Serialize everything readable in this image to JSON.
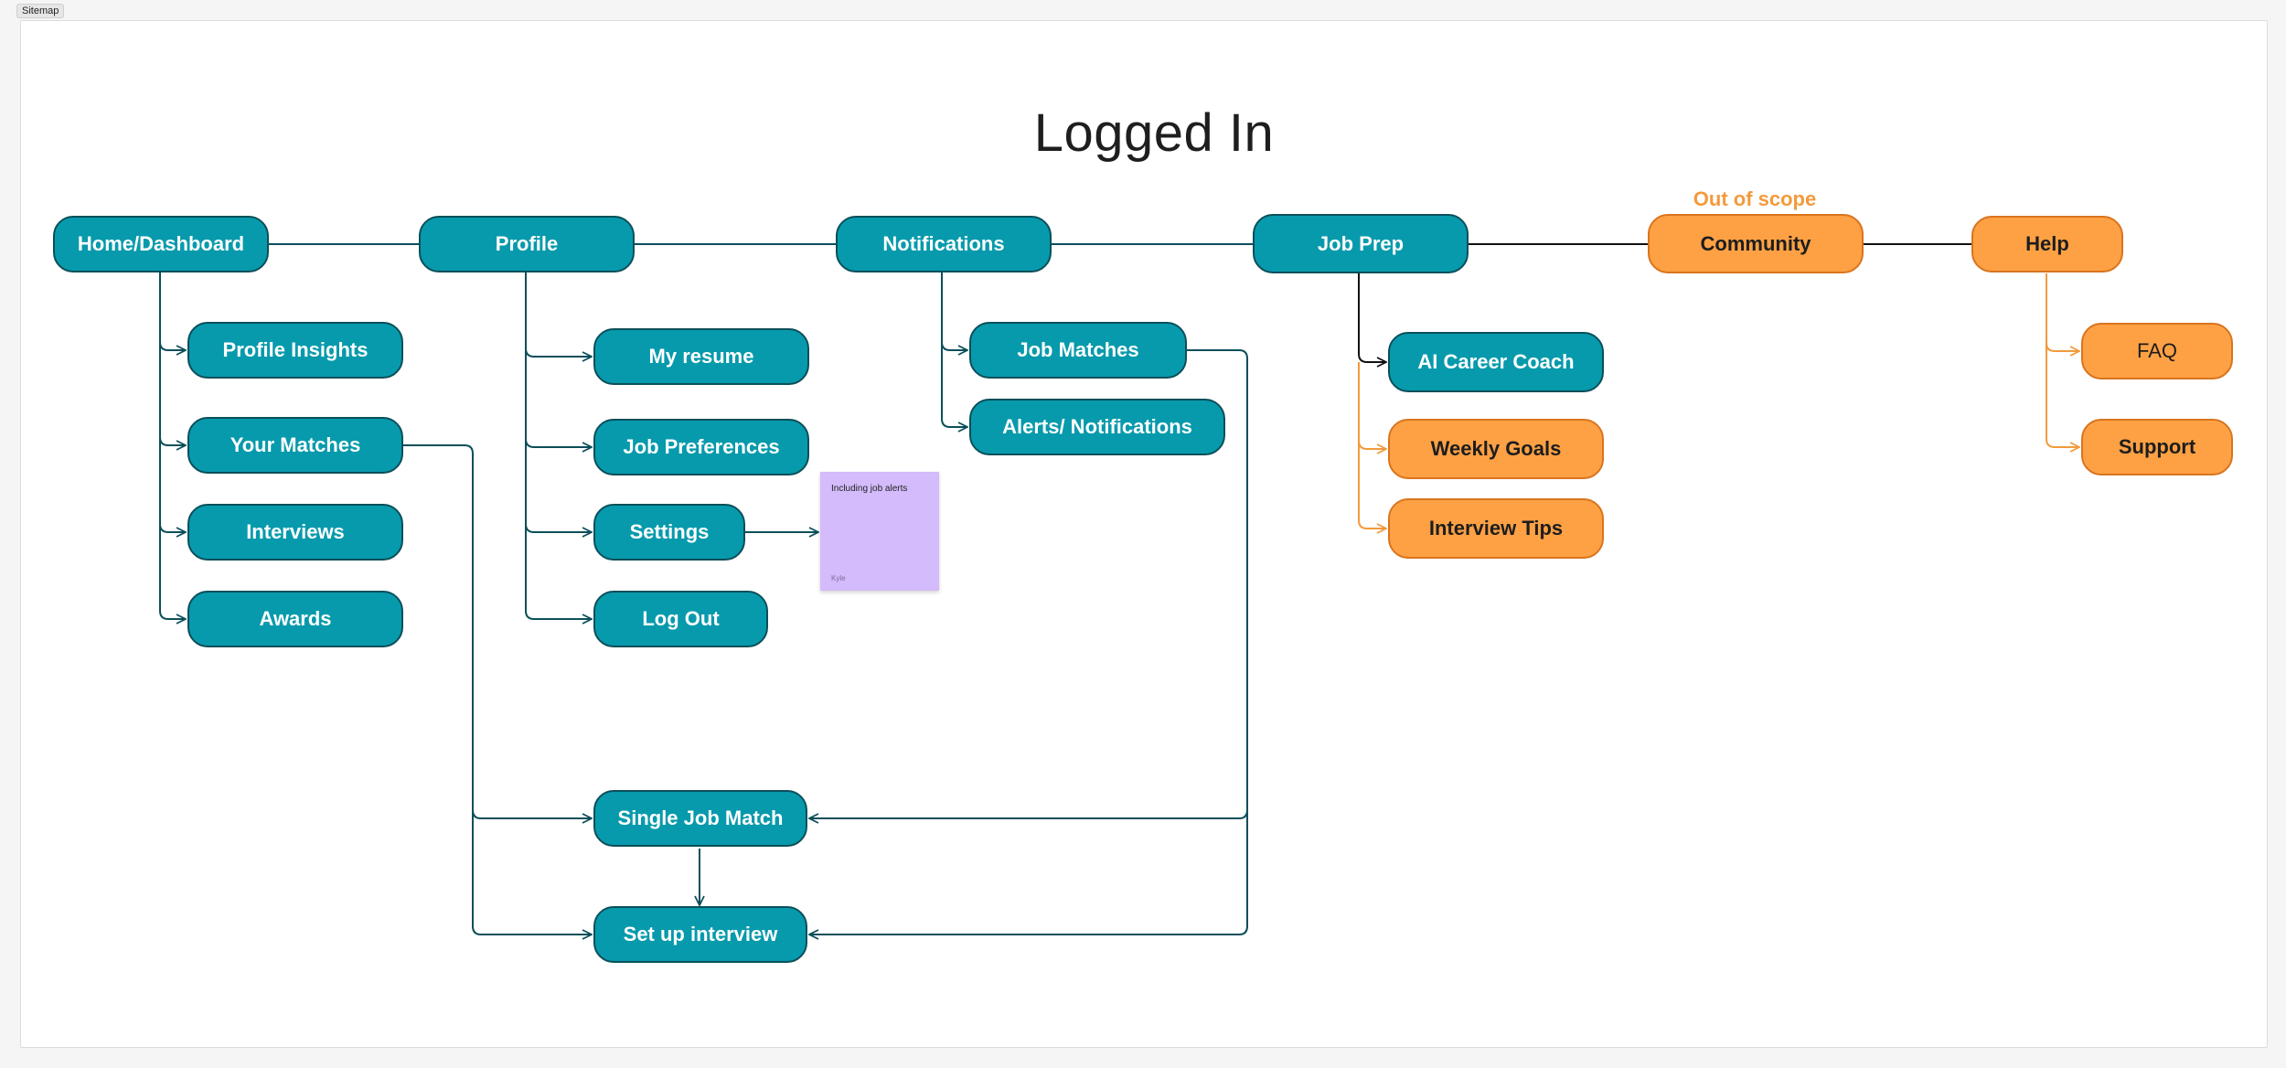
{
  "tab": {
    "label": "Sitemap"
  },
  "board": {
    "title": "Logged In",
    "scope_label": "Out of scope"
  },
  "colors": {
    "teal_fill": "#079aac",
    "teal_border": "#0b4f5a",
    "orange_fill": "#fea144",
    "orange_border": "#d9741e",
    "connector_teal": "#0b4f5a",
    "connector_orange": "#f39a3c",
    "sticky": "#d4bbfb"
  },
  "nodes": {
    "home": "Home/Dashboard",
    "profile": "Profile",
    "notifications": "Notifications",
    "job_prep": "Job Prep",
    "community": "Community",
    "help": "Help",
    "profile_insights": "Profile Insights",
    "your_matches": "Your Matches",
    "interviews": "Interviews",
    "awards": "Awards",
    "my_resume": "My resume",
    "job_preferences": "Job Preferences",
    "settings": "Settings",
    "log_out": "Log Out",
    "job_matches": "Job Matches",
    "alerts": "Alerts/ Notifications",
    "ai_coach": "AI Career Coach",
    "weekly_goals": "Weekly Goals",
    "interview_tips": "Interview Tips",
    "faq": "FAQ",
    "support": "Support",
    "single_job_match": "Single Job Match",
    "set_up_interview": "Set up interview"
  },
  "sticky": {
    "text": "Including job alerts",
    "author": "Kyle"
  }
}
